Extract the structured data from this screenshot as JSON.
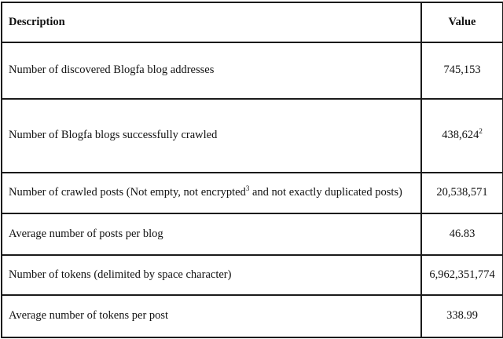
{
  "table": {
    "headers": {
      "description": "Description",
      "value": "Value"
    },
    "rows": [
      {
        "description": "Number of discovered Blogfa blog addresses",
        "description_sup": "",
        "description_tail": "",
        "value": "745,153",
        "value_sup": ""
      },
      {
        "description": "Number of Blogfa blogs successfully crawled",
        "description_sup": "",
        "description_tail": "",
        "value": "438,624",
        "value_sup": "2"
      },
      {
        "description": "Number of crawled posts (Not empty, not encrypted",
        "description_sup": "3",
        "description_tail": " and not exactly duplicated posts)",
        "value": "20,538,571",
        "value_sup": ""
      },
      {
        "description": "Average number of posts per blog",
        "description_sup": "",
        "description_tail": "",
        "value": "46.83",
        "value_sup": ""
      },
      {
        "description": "Number of tokens (delimited by space character)",
        "description_sup": "",
        "description_tail": "",
        "value": "6,962,351,774",
        "value_sup": ""
      },
      {
        "description": "Average number of tokens per post",
        "description_sup": "",
        "description_tail": "",
        "value": "338.99",
        "value_sup": ""
      }
    ]
  },
  "colors": {
    "border": "#1a1a1a",
    "text": "#111111",
    "background": "#ffffff"
  }
}
